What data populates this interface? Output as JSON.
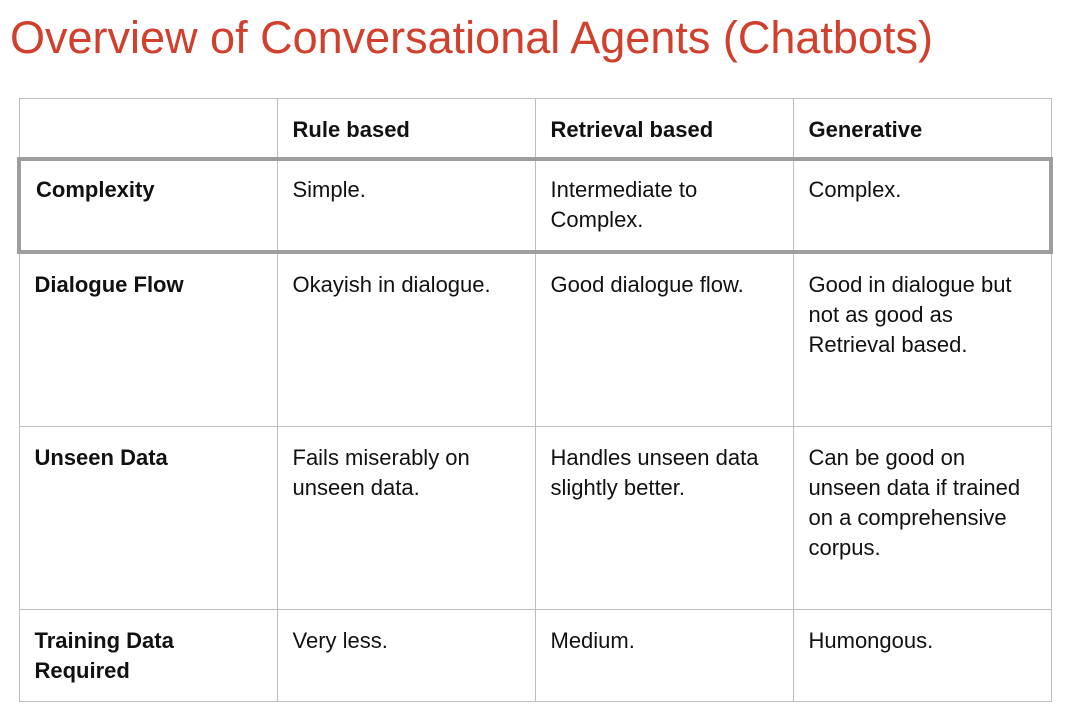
{
  "title": "Overview of Conversational Agents (Chatbots)",
  "table": {
    "headers": [
      "",
      "Rule based",
      "Retrieval based",
      "Generative"
    ],
    "rows": [
      {
        "label": "Complexity",
        "cells": [
          "Simple.",
          "Intermediate to Complex.",
          "Complex."
        ]
      },
      {
        "label": "Dialogue Flow",
        "cells": [
          "Okayish in dialogue.",
          "Good dialogue flow.",
          "Good in dialogue but not as good as Retrieval based."
        ]
      },
      {
        "label": "Unseen Data",
        "cells": [
          "Fails miserably on unseen data.",
          "Handles unseen data slightly better.",
          "Can be good on unseen data if trained on a comprehensive corpus."
        ]
      },
      {
        "label": "Training Data Required",
        "cells": [
          "Very less.",
          "Medium.",
          "Humongous."
        ]
      }
    ]
  },
  "colors": {
    "title": "#d0402c",
    "grid": "#bdbdbd",
    "highlight_border": "#9e9e9e",
    "text": "#111111"
  }
}
